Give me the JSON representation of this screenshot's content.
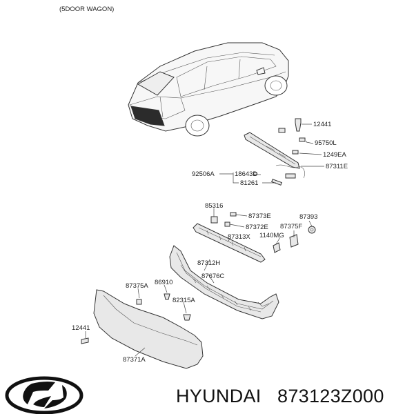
{
  "header": {
    "variant": "(5DOOR WAGON)"
  },
  "labels": {
    "p12441_top": "12441",
    "p95750L": "95750L",
    "p1249EA": "1249EA",
    "p87311E": "87311E",
    "p92506A": "92506A",
    "p18643D": "18643D",
    "p81261": "81261",
    "p85316": "85316",
    "p87373E": "87373E",
    "p87393": "87393",
    "p87372E": "87372E",
    "p87375F": "87375F",
    "p1140MG": "1140MG",
    "p87313X": "87313X",
    "p87312H": "87312H",
    "p87676C": "87676C",
    "p87375A": "87375A",
    "p86910": "86910",
    "p82315A": "82315A",
    "p12441_bottom": "12441",
    "p87371A": "87371A"
  },
  "footer": {
    "brand": "HYUNDAI",
    "part_number": "873123Z000"
  },
  "colors": {
    "part_fill": "#e8e8e8",
    "line": "#333333",
    "text": "#222222"
  }
}
